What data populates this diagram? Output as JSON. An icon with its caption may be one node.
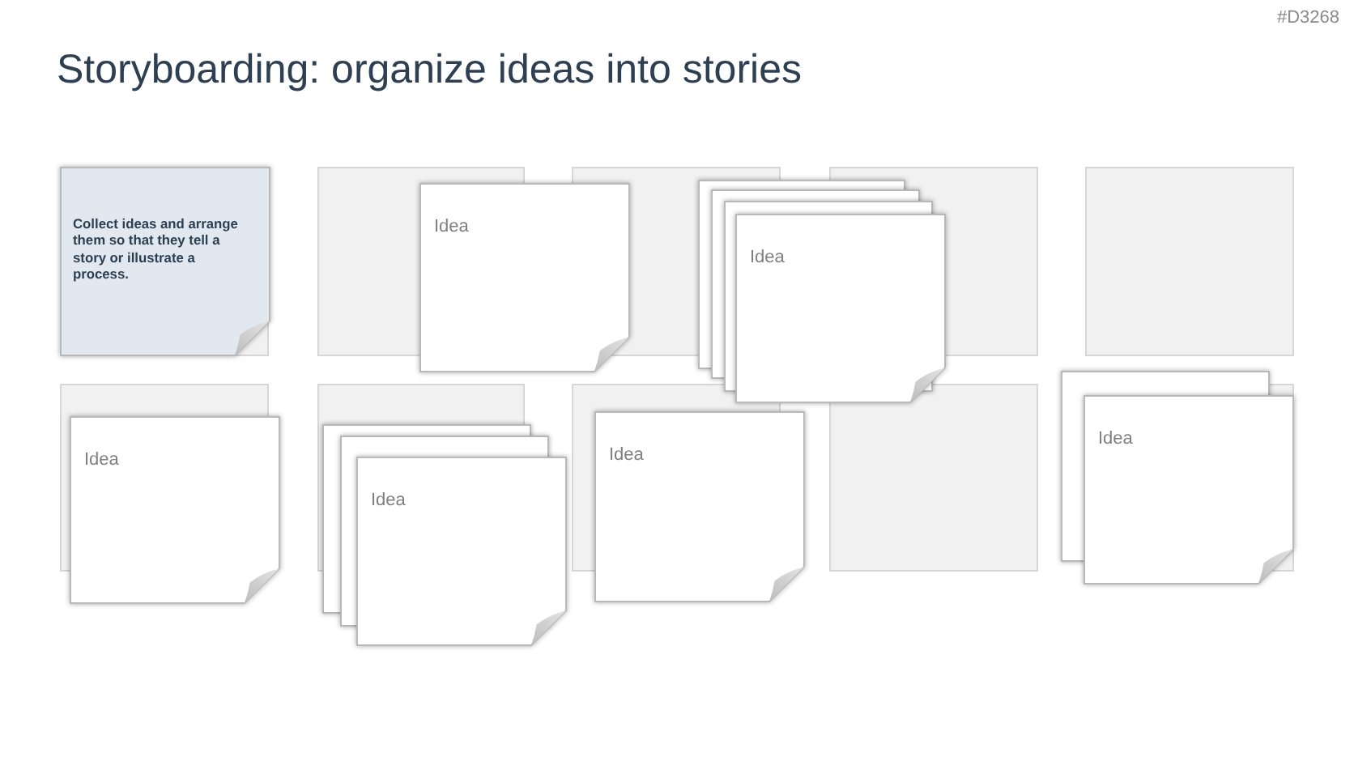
{
  "diagram": {
    "title": "Storyboarding: organize ideas into stories",
    "nodes": [
      {
        "text": [
          "Collect ideas and arrange them so that they tell a story or illustrate a process."
        ]
      },
      {
        "text": [
          "Idea"
        ]
      },
      {
        "text": [
          "Idea"
        ]
      },
      {
        "text": [
          "Idea"
        ]
      },
      {
        "text": [
          "Idea"
        ]
      },
      {
        "text": [
          "Idea"
        ]
      },
      {
        "text": [
          "Idea"
        ]
      }
    ],
    "labels": [
      "#D3268"
    ]
  }
}
